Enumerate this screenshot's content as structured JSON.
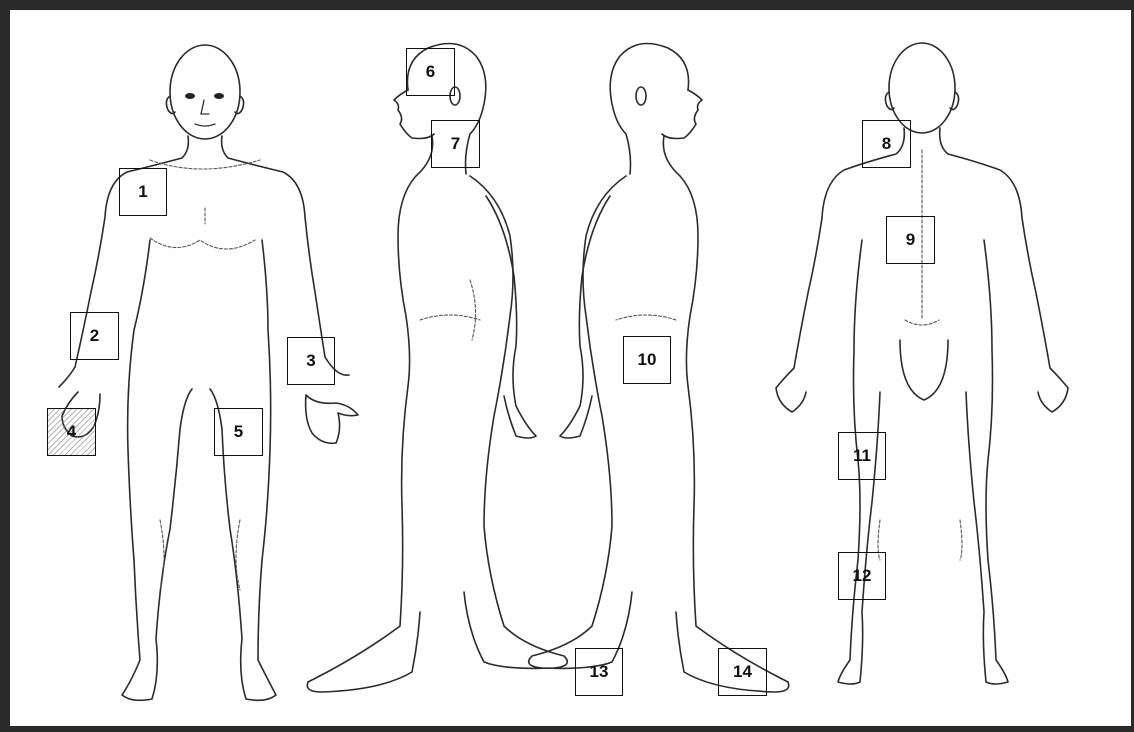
{
  "figure_views": [
    {
      "id": "front",
      "name": "front-view-figure"
    },
    {
      "id": "left-side",
      "name": "left-side-view-figure"
    },
    {
      "id": "right-side",
      "name": "right-side-view-figure"
    },
    {
      "id": "back",
      "name": "back-view-figure"
    }
  ],
  "markers": [
    {
      "id": "1",
      "label": "1"
    },
    {
      "id": "2",
      "label": "2"
    },
    {
      "id": "3",
      "label": "3"
    },
    {
      "id": "4",
      "label": "4"
    },
    {
      "id": "5",
      "label": "5"
    },
    {
      "id": "6",
      "label": "6"
    },
    {
      "id": "7",
      "label": "7"
    },
    {
      "id": "8",
      "label": "8"
    },
    {
      "id": "9",
      "label": "9"
    },
    {
      "id": "10",
      "label": "10"
    },
    {
      "id": "11",
      "label": "11"
    },
    {
      "id": "12",
      "label": "12"
    },
    {
      "id": "13",
      "label": "13"
    },
    {
      "id": "14",
      "label": "14"
    }
  ],
  "colors": {
    "line": "#2b2b2b",
    "frame": "#2a2a2a",
    "background": "#ffffff"
  }
}
